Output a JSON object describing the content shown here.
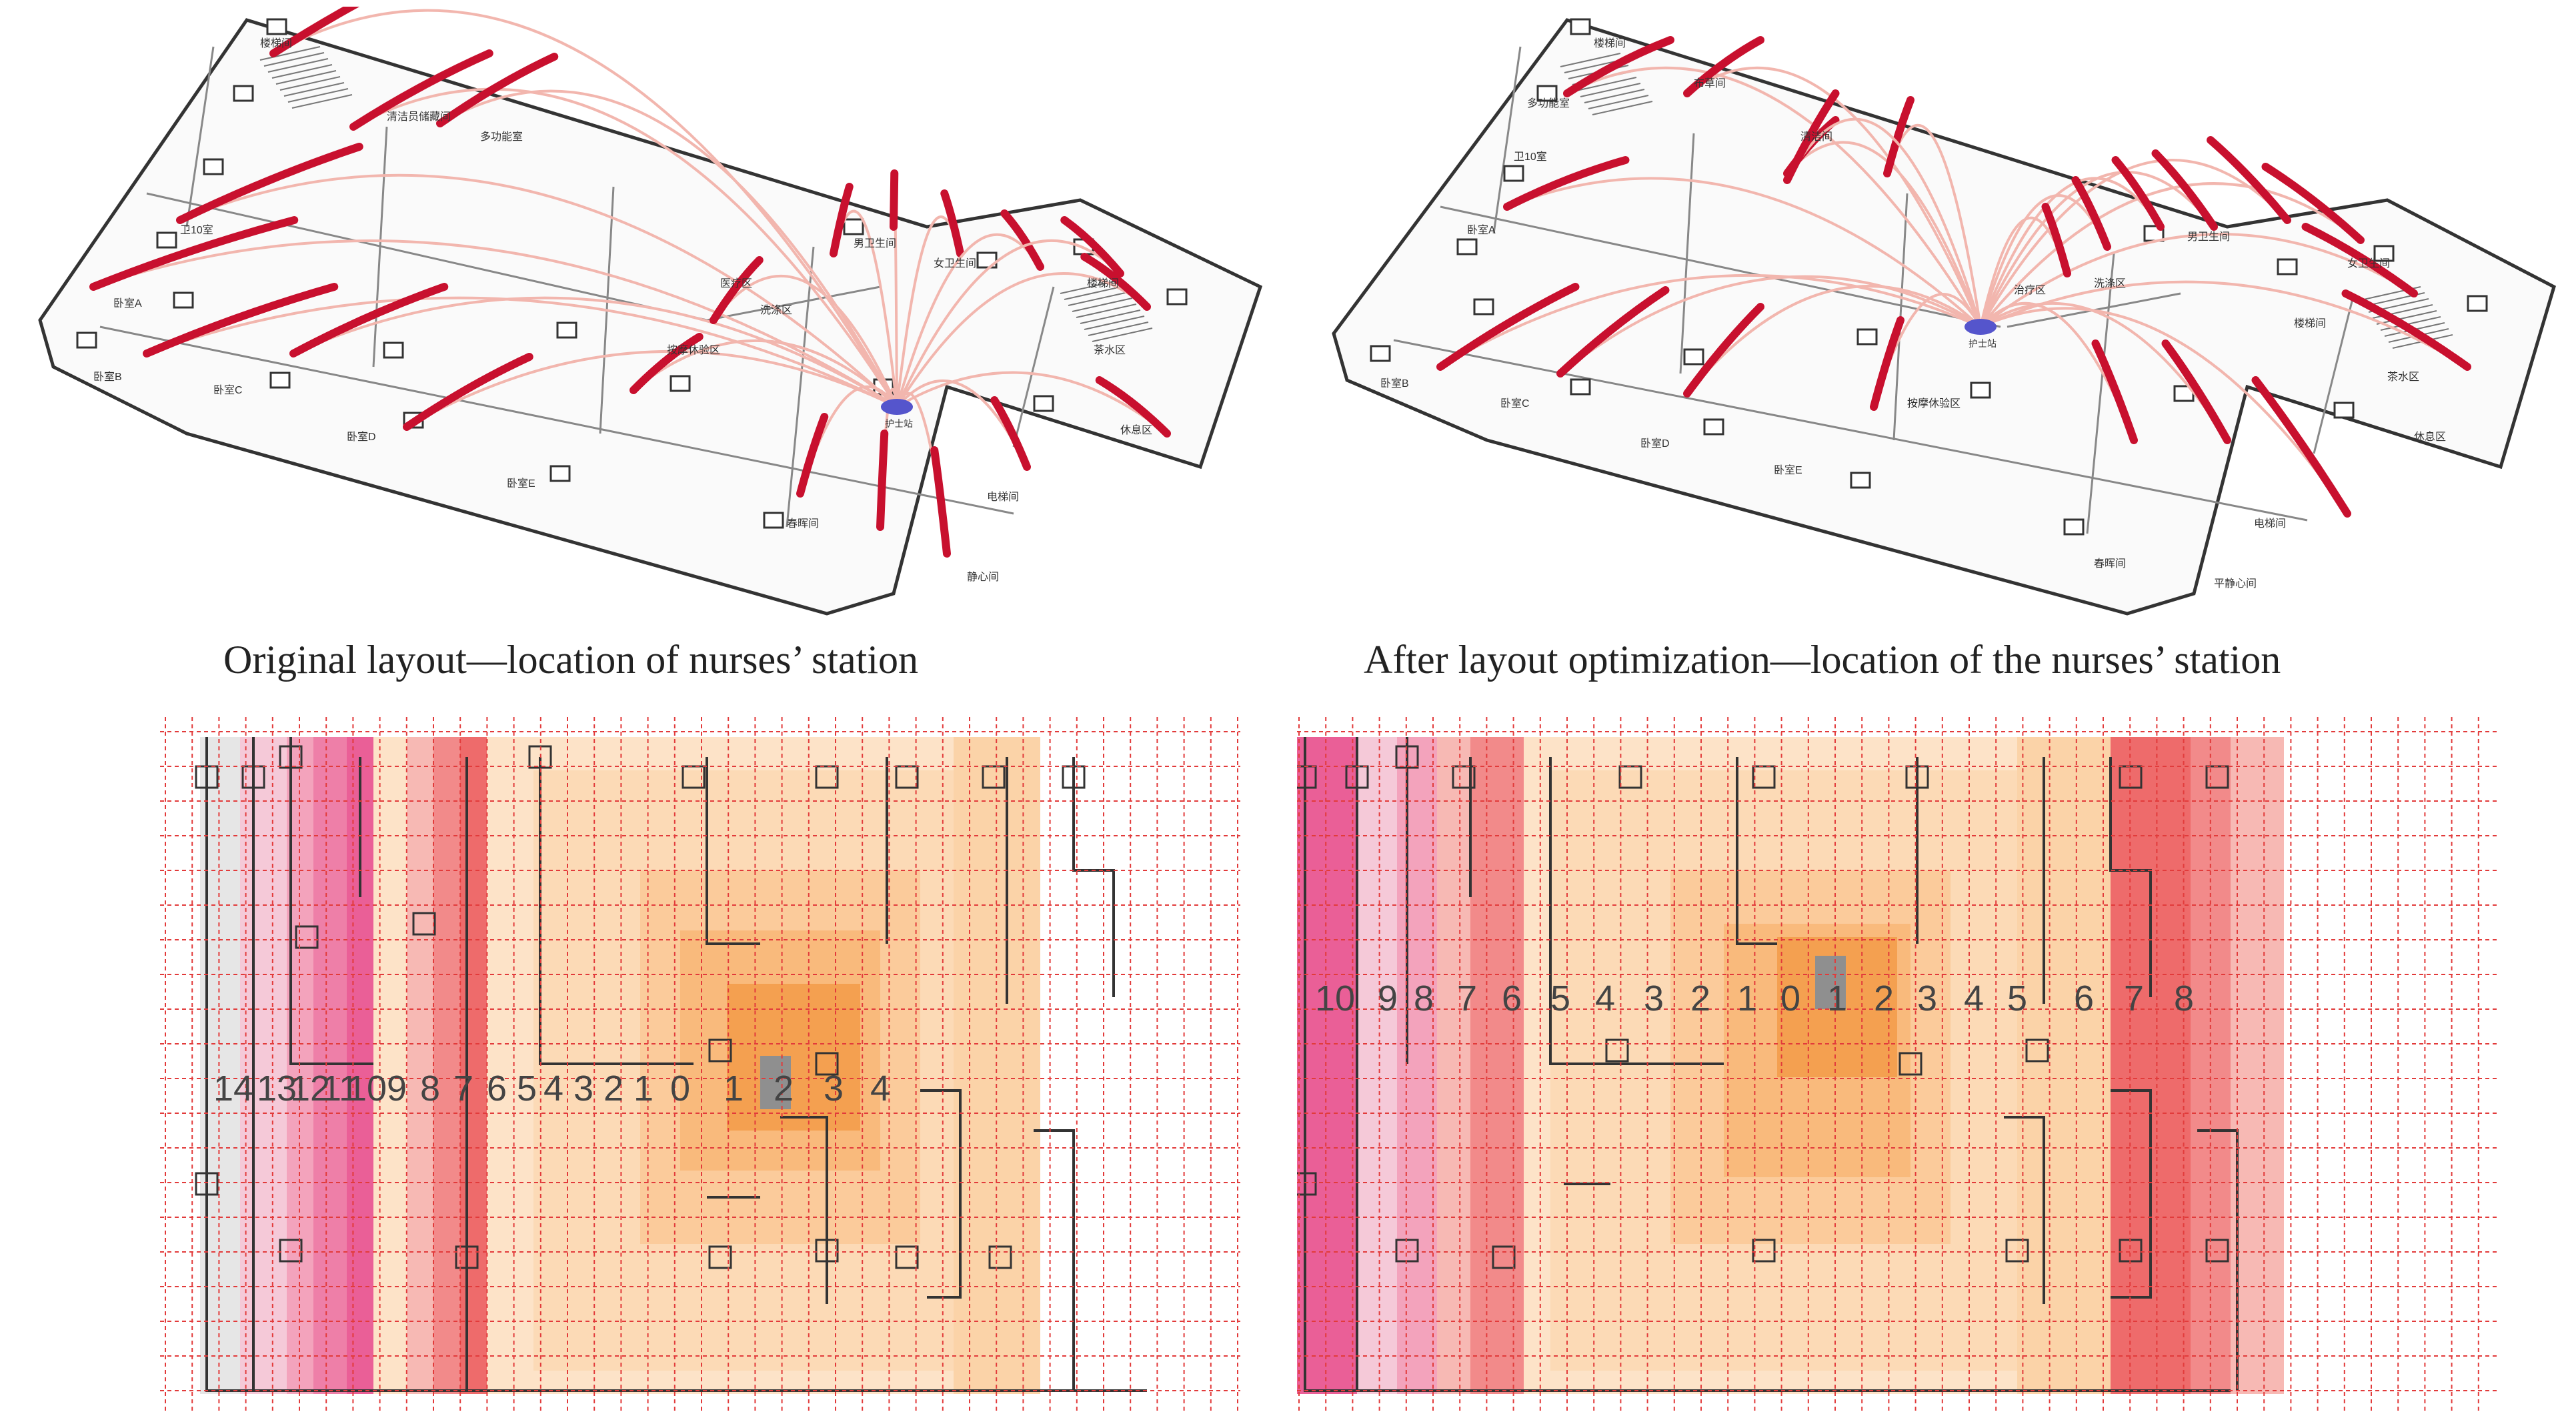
{
  "captions": {
    "left": "Original layout—location of nurses’ station",
    "right": "After layout optimization—location of the nurses’ station"
  },
  "colors": {
    "arc": "#c8102e",
    "station_marker": "#5555cc",
    "grid_line": "#e23b3b",
    "level_0": "#8f8f8f",
    "warm_scale": [
      "#f08a2c",
      "#f59a45",
      "#f7ad62",
      "#f9c085",
      "#fbd3a8",
      "#fde3c8",
      "#f7b9b4",
      "#f28a8a",
      "#ee6b6b",
      "#f7c3cf",
      "#f3a3bc",
      "#ee7fa8",
      "#ea5f97",
      "#f5c9d8",
      "#e6e6e6"
    ],
    "wall": "#333333"
  },
  "left_iso": {
    "station_label": "护士站",
    "room_labels": [
      "楼梯间",
      "清洁员储藏间",
      "多功能室",
      "卫10室",
      "卧室A",
      "卧室B",
      "卧室C",
      "卧室D",
      "卧室E",
      "按摩休验区",
      "医疗区",
      "洗涤区",
      "男卫生间",
      "女卫生间",
      "楼梯间",
      "茶水区",
      "电梯间",
      "静心间",
      "春晖间",
      "休息区"
    ]
  },
  "right_iso": {
    "station_label": "护士站",
    "room_labels": [
      "楼梯间",
      "卫10室",
      "多功能室",
      "布草间",
      "清洁间",
      "卧室A",
      "卧室B",
      "卧室C",
      "卧室D",
      "卧室E",
      "按摩休验区",
      "治疗区",
      "洗涤区",
      "男卫生间",
      "女卫生间",
      "楼梯间",
      "茶水区",
      "电梯间",
      "平静心间",
      "春晖间",
      "休息区"
    ]
  },
  "left_grid": {
    "distance_labels": [
      "14",
      "13",
      "12",
      "11",
      "10",
      "9",
      "8",
      "7",
      "6",
      "5",
      "4",
      "3",
      "2",
      "1",
      "0",
      "1",
      "2",
      "3",
      "4"
    ],
    "station_index": 14
  },
  "right_grid": {
    "distance_labels": [
      "10",
      "9",
      "8",
      "7",
      "6",
      "5",
      "4",
      "3",
      "2",
      "1",
      "0",
      "1",
      "2",
      "3",
      "4",
      "5",
      "6",
      "7",
      "8"
    ],
    "station_index": 10
  }
}
